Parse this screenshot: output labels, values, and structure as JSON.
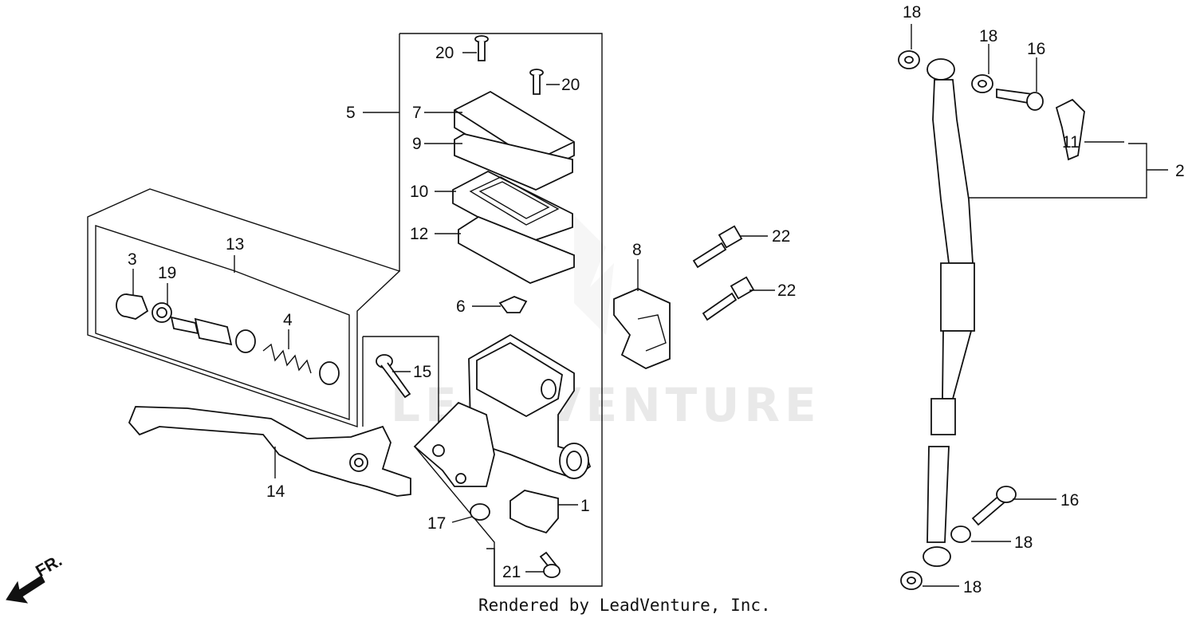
{
  "watermark": "LEADVENTURE",
  "footer": "Rendered by LeadVenture, Inc.",
  "direction_label": "FR.",
  "callouts": [
    "18",
    "18",
    "16",
    "11",
    "2",
    "20",
    "20",
    "5",
    "7",
    "9",
    "10",
    "12",
    "22",
    "22",
    "8",
    "13",
    "3",
    "19",
    "4",
    "6",
    "15",
    "14",
    "1",
    "17",
    "21",
    "16",
    "18",
    "18"
  ]
}
